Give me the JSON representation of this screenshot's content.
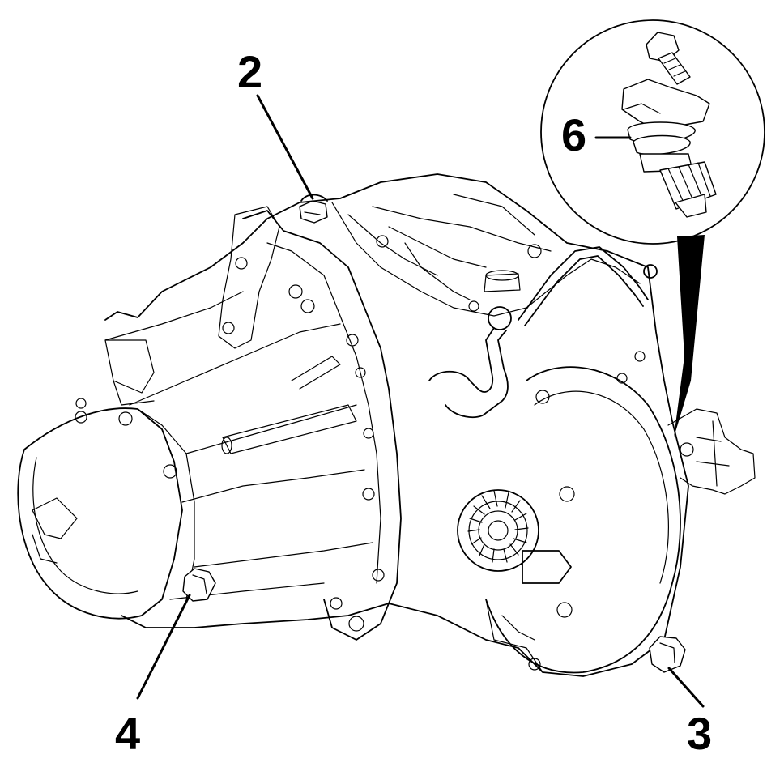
{
  "figure": {
    "colors": {
      "line": "#000000",
      "background": "#ffffff"
    },
    "callouts": [
      {
        "id": "callout-2",
        "label": "2",
        "part": "filler-plug"
      },
      {
        "id": "callout-3",
        "label": "3",
        "part": "drain-plug"
      },
      {
        "id": "callout-4",
        "label": "4",
        "part": "level-plug"
      },
      {
        "id": "callout-6",
        "label": "6",
        "part": "speedometer-drive-seal"
      }
    ]
  }
}
